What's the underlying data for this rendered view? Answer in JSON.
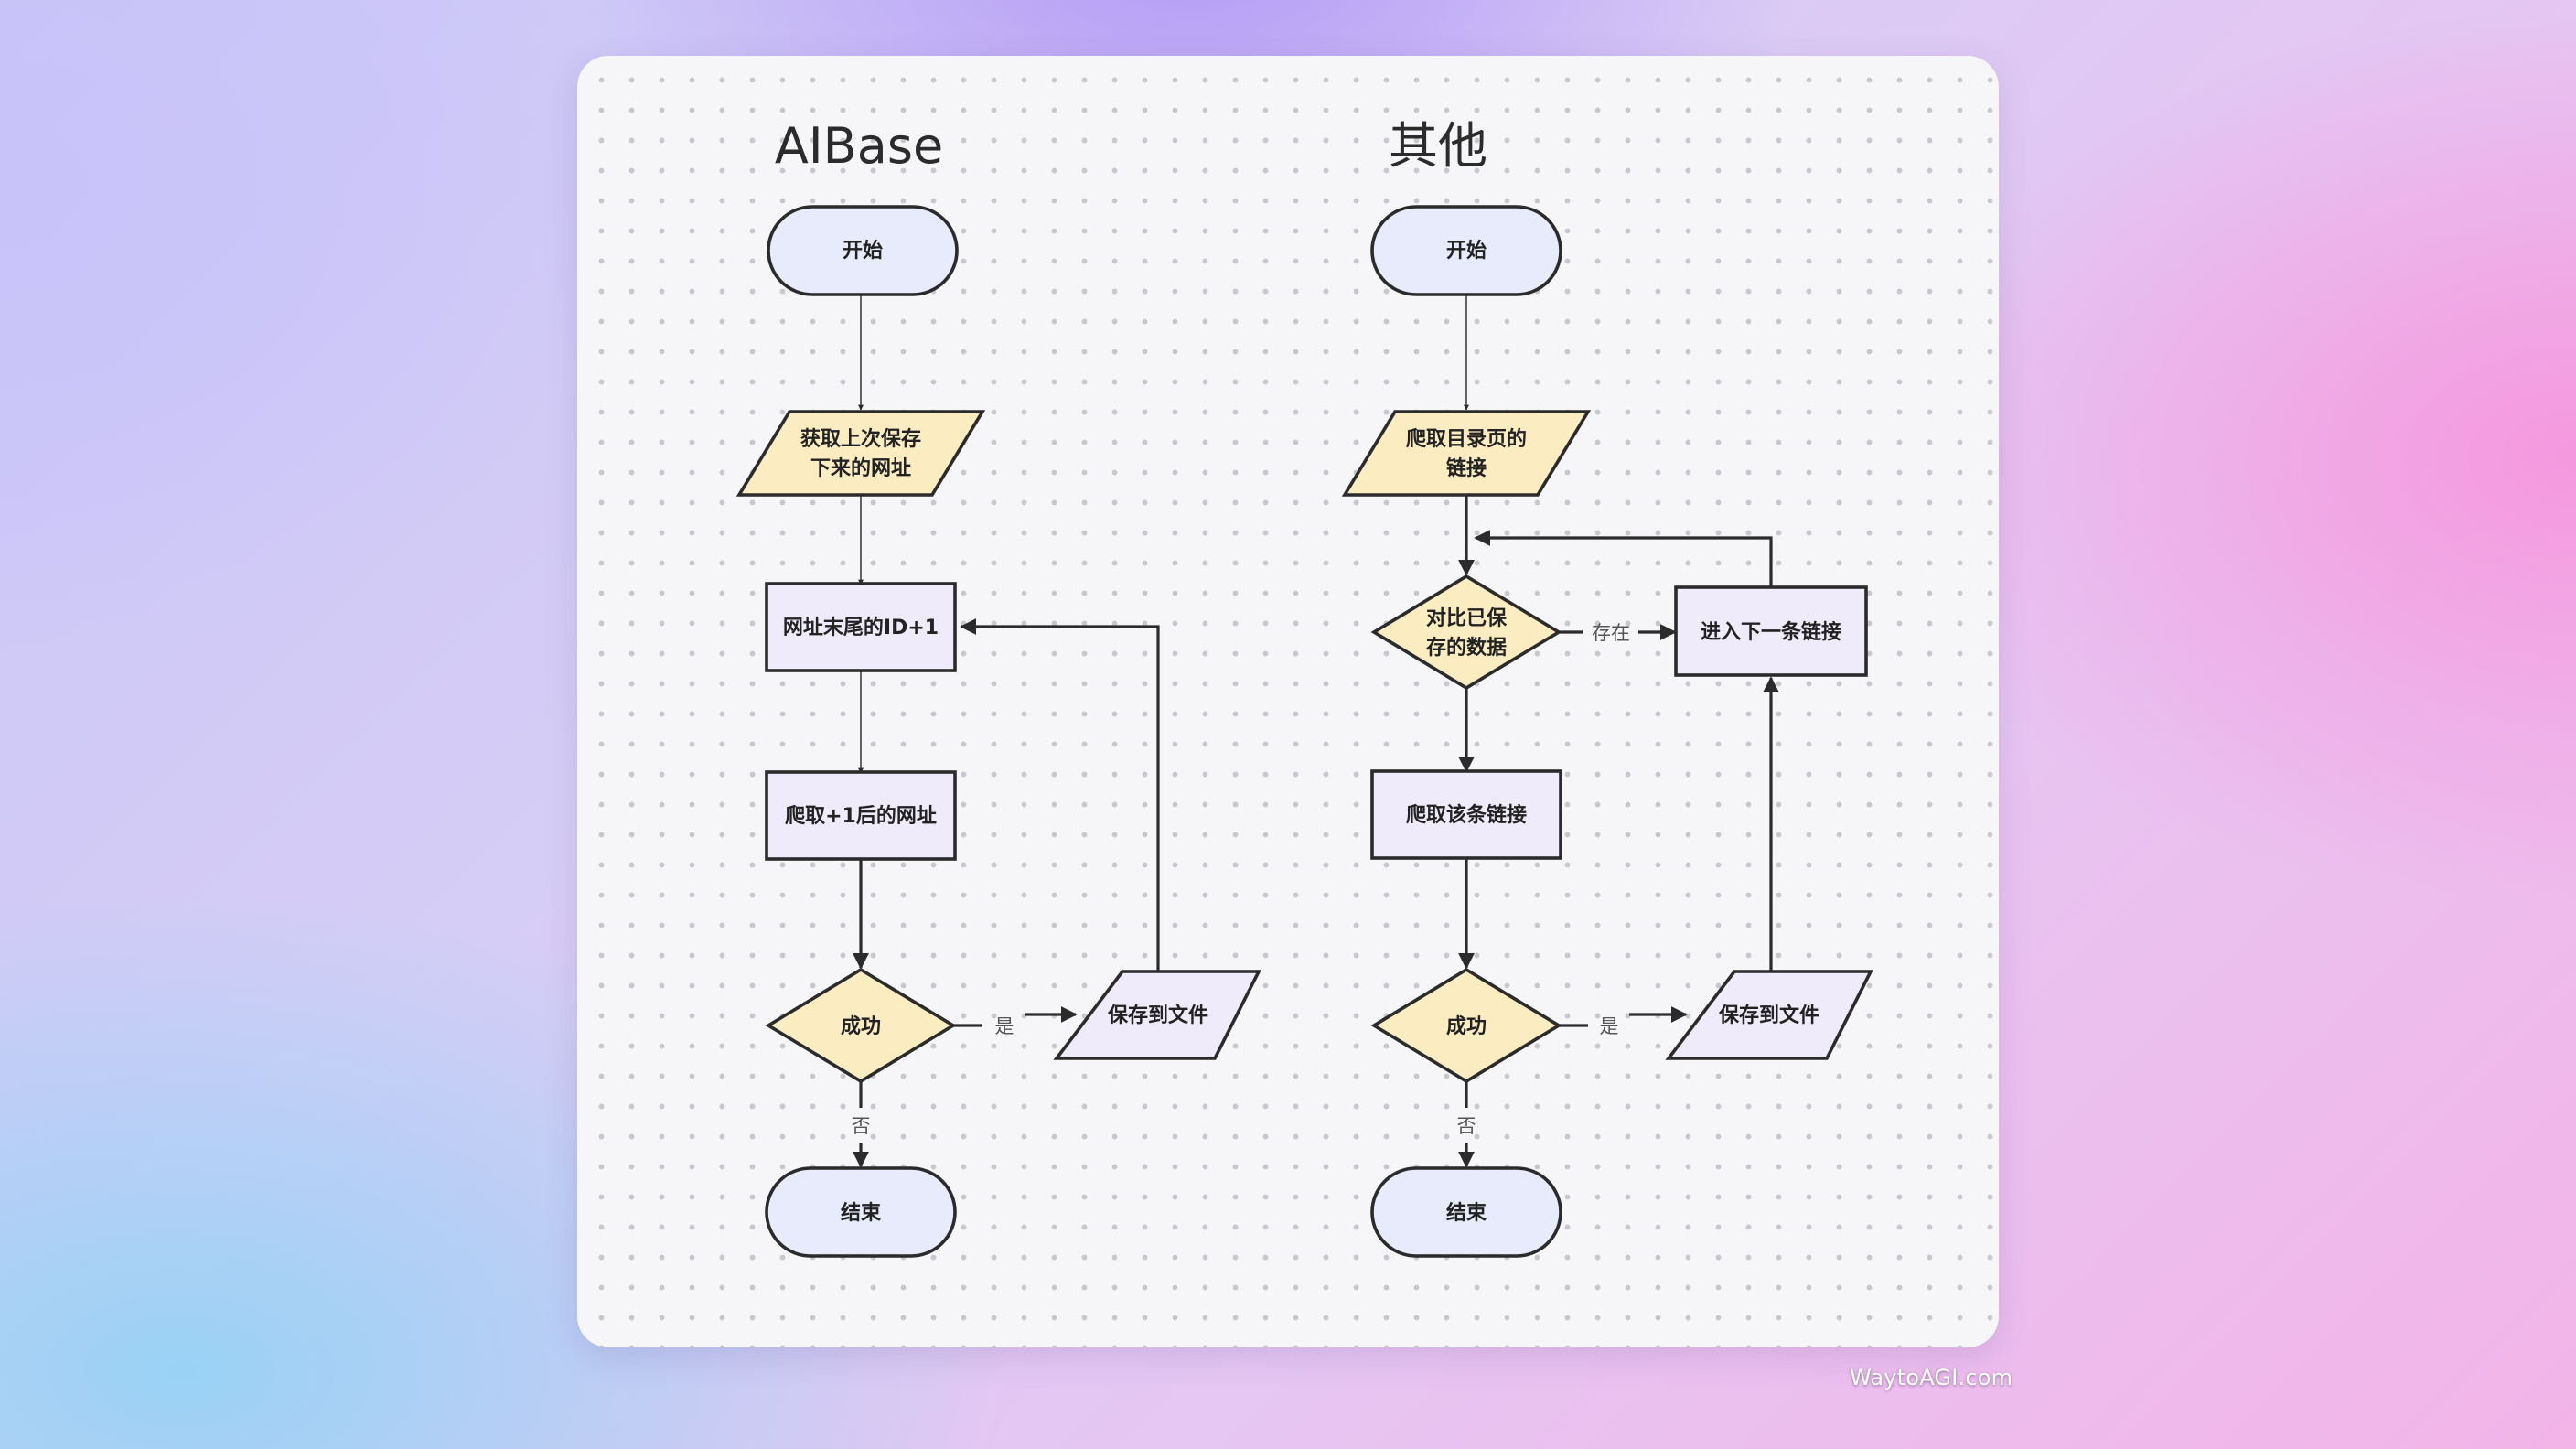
{
  "colors": {
    "terminal_fill": "#e7ebfb",
    "io_fill": "#fbecc2",
    "process_fill": "#efebfa",
    "decision_fill": "#fbecc2",
    "save_fill": "#efebfa",
    "stroke": "#2b2b2b"
  },
  "left": {
    "title": "AIBase",
    "start": "开始",
    "get_url": [
      "获取上次保存",
      "下来的网址"
    ],
    "increment": "网址末尾的ID+1",
    "crawl": "爬取+1后的网址",
    "success": "成功",
    "yes": "是",
    "save": "保存到文件",
    "no": "否",
    "end": "结束"
  },
  "right": {
    "title": "其他",
    "start": "开始",
    "crawl_index": [
      "爬取目录页的",
      "链接"
    ],
    "compare": [
      "对比已保",
      "存的数据"
    ],
    "exists": "存在",
    "next_link": "进入下一条链接",
    "crawl_link": "爬取该条链接",
    "success": "成功",
    "yes": "是",
    "save": "保存到文件",
    "no": "否",
    "end": "结束"
  },
  "watermark": "WaytoAGI.com"
}
